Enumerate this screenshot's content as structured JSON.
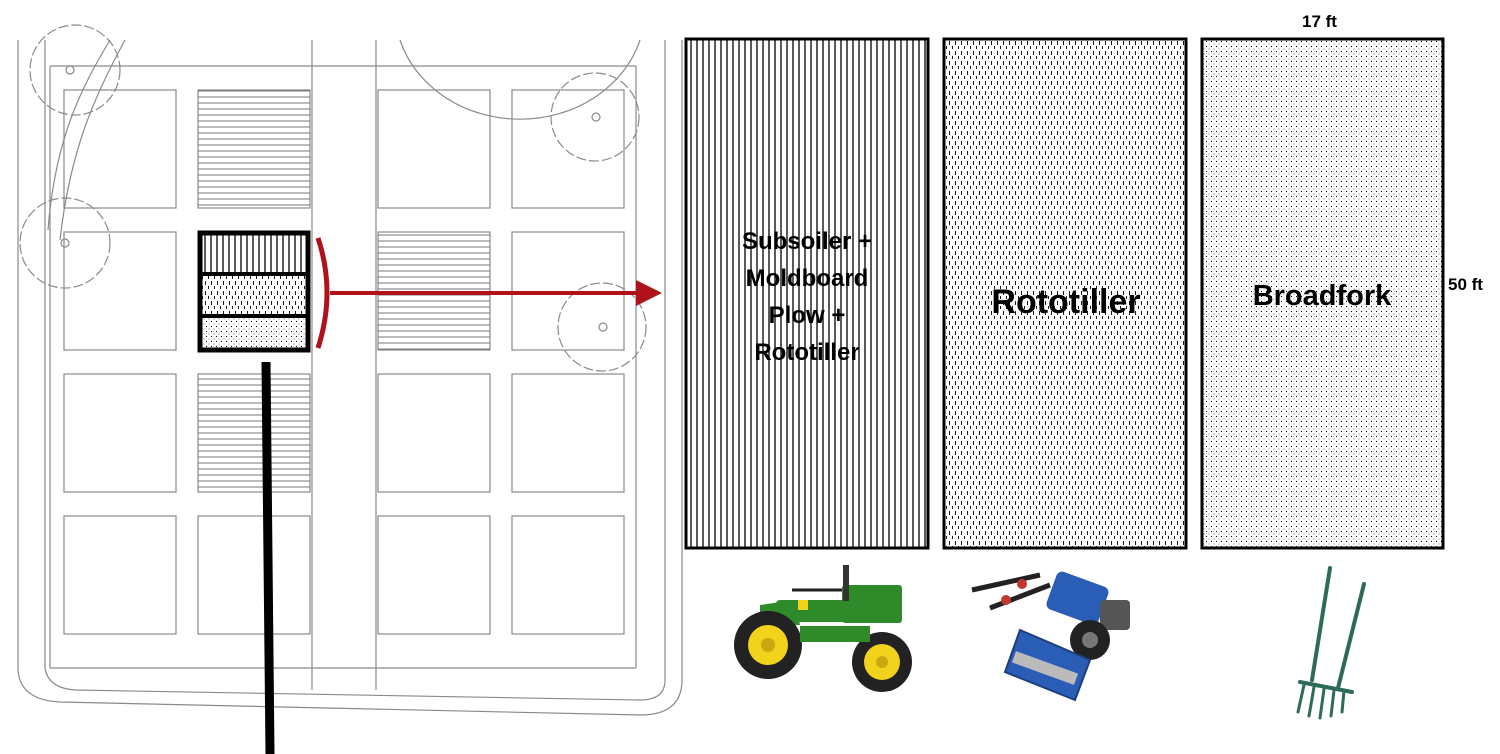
{
  "dimensions": {
    "width_label": "17 ft",
    "length_label": "50 ft"
  },
  "treatments": [
    {
      "id": "subsoiler",
      "lines": [
        "Subsoiler +",
        "Moldboard",
        "Plow +",
        "Rototiller"
      ],
      "pattern": "vertical-lines",
      "equipment": "tractor"
    },
    {
      "id": "rototiller",
      "lines": [
        "Rototiller"
      ],
      "pattern": "dashes",
      "equipment": "walk-behind-rototiller"
    },
    {
      "id": "broadfork",
      "lines": [
        "Broadfork"
      ],
      "pattern": "dots",
      "equipment": "broadfork"
    }
  ],
  "colors": {
    "arrow": "#b0121b",
    "map_line": "#8a8a8a",
    "tractor_green": "#2f8a2a",
    "tractor_yellow": "#f2d21b",
    "tiller_blue": "#2a5db5",
    "fork_green": "#2f6b5a"
  },
  "icons": {
    "pointer": "arrow-right-icon",
    "bracket": "bracket-icon"
  }
}
